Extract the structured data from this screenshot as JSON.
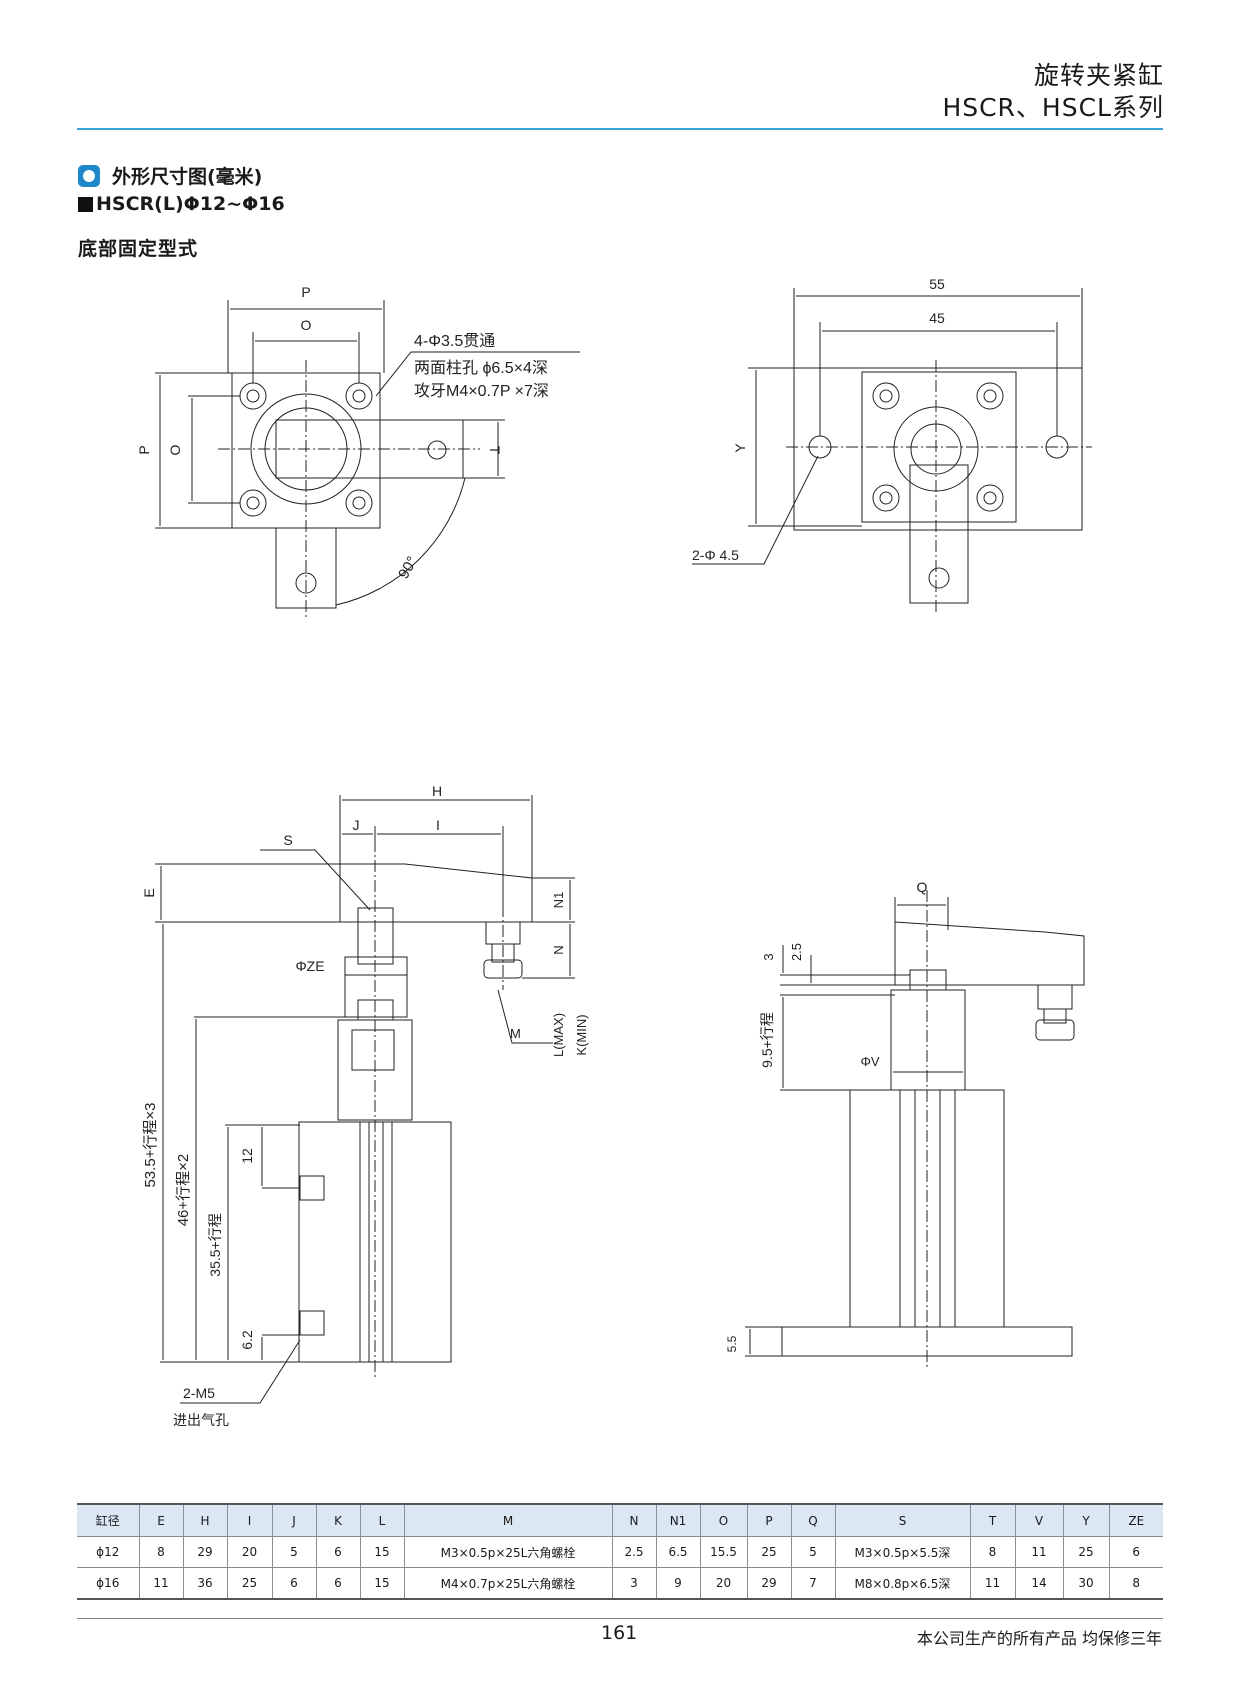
{
  "header": {
    "title_line1": "旋转夹紧缸",
    "title_line2": "HSCR、HSCL系列"
  },
  "section": {
    "title": "外形尺寸图(毫米)",
    "model": "HSCR(L)Φ12~Φ16",
    "mount": "底部固定型式"
  },
  "top_left_view": {
    "dim_p_top": "P",
    "dim_o_top": "O",
    "dim_p_left": "P",
    "dim_o_left": "O",
    "dim_t": "T",
    "angle": "90°",
    "note_line1": "4-Φ3.5贯通",
    "note_line2": "两面柱孔 ϕ6.5×4深",
    "note_line3": "攻牙M4×0.7P ×7深"
  },
  "top_right_view": {
    "dim_55": "55",
    "dim_45": "45",
    "dim_y": "Y",
    "hole_note": "2-Φ 4.5"
  },
  "side_left_view": {
    "H": "H",
    "J": "J",
    "I": "I",
    "S": "S",
    "E": "E",
    "N1": "N1",
    "N": "N",
    "ZE": "ΦZE",
    "M": "M",
    "L": "L(MAX)",
    "K": "K(MIN)",
    "d1": "53.5+行程×3",
    "d2": "46+行程×2",
    "d3": "35.5+行程",
    "d12": "12",
    "d62": "6.2",
    "port": "2-M5",
    "port_label": "进出气孔"
  },
  "side_right_view": {
    "Q": "Q",
    "d3": "3",
    "d25": "2.5",
    "d95": "9.5+行程",
    "V": "ΦV",
    "d55": "5.5"
  },
  "table": {
    "headers": [
      "缸径",
      "E",
      "H",
      "I",
      "J",
      "K",
      "L",
      "M",
      "N",
      "N1",
      "O",
      "P",
      "Q",
      "S",
      "T",
      "V",
      "Y",
      "ZE"
    ],
    "rows": [
      [
        "ϕ12",
        "8",
        "29",
        "20",
        "5",
        "6",
        "15",
        "M3×0.5p×25L六角螺栓",
        "2.5",
        "6.5",
        "15.5",
        "25",
        "5",
        "M3×0.5p×5.5深",
        "8",
        "11",
        "25",
        "6"
      ],
      [
        "ϕ16",
        "11",
        "36",
        "25",
        "6",
        "6",
        "15",
        "M4×0.7p×25L六角螺栓",
        "3",
        "9",
        "20",
        "29",
        "7",
        "M8×0.8p×6.5深",
        "11",
        "14",
        "30",
        "8"
      ]
    ]
  },
  "footer": {
    "page": "161",
    "note": "本公司生产的所有产品 均保修三年"
  }
}
